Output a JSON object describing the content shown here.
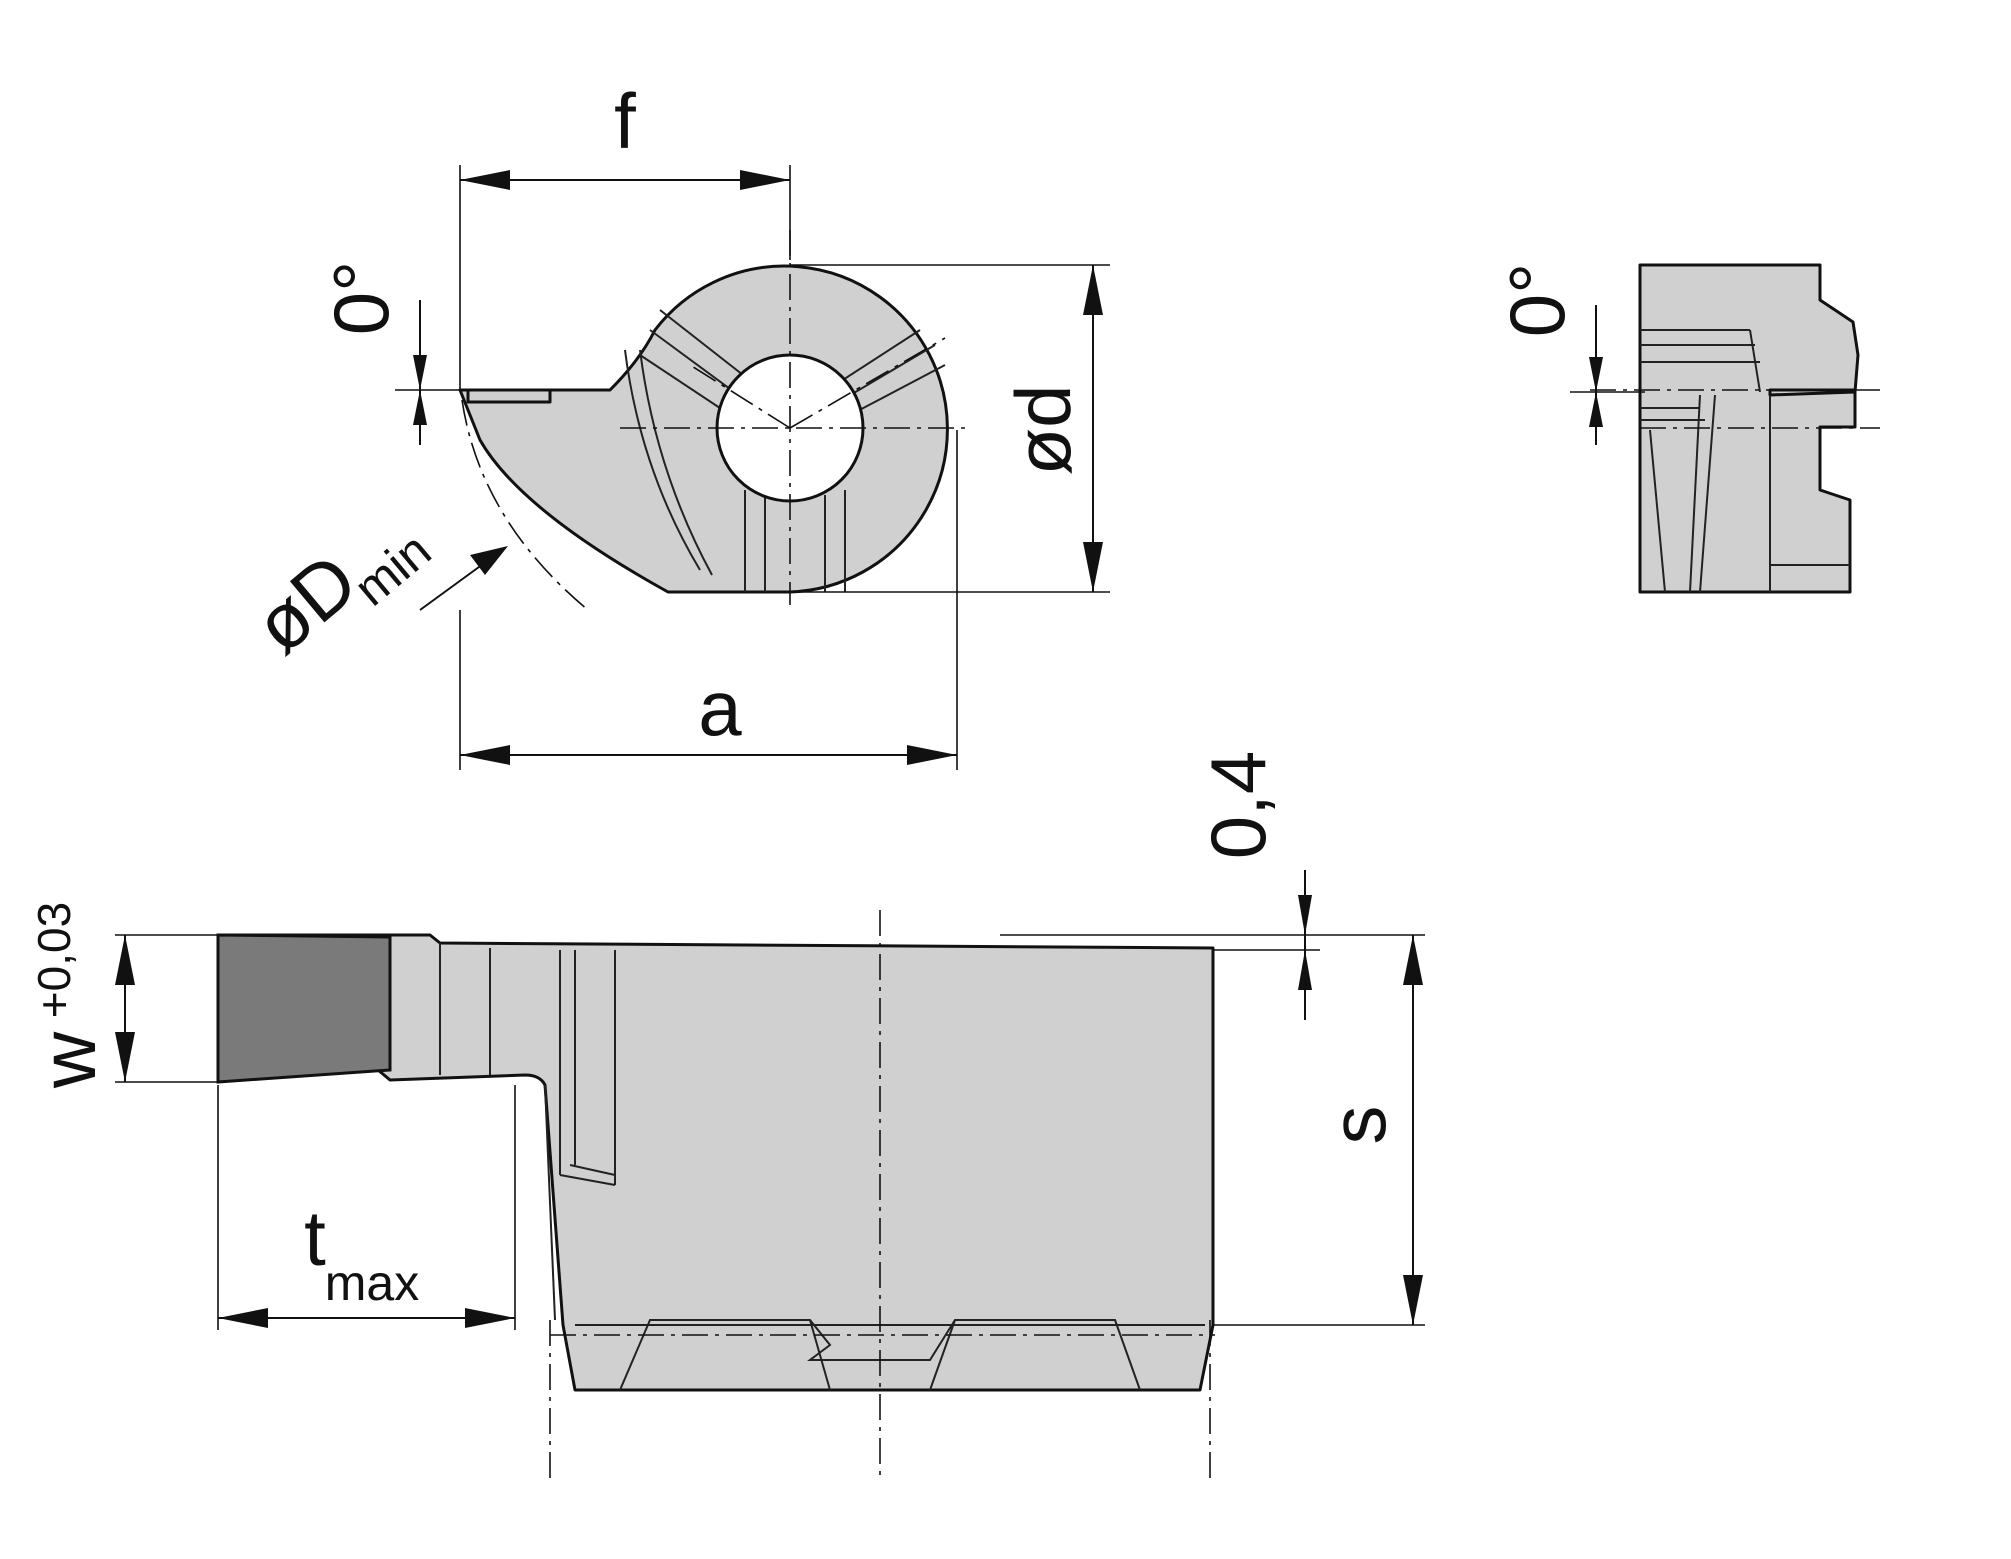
{
  "labels": {
    "f": "f",
    "a": "a",
    "d": "ød",
    "D": "øD",
    "D_sub": "min",
    "angle_top": "0°",
    "angle_right": "0°",
    "offset": "0,4",
    "w": "w",
    "w_tol": "+0,03",
    "s": "s",
    "t": "t",
    "t_sub": "max"
  },
  "colors": {
    "body_fill": "#d0d0d0",
    "insert_fill": "#7a7a7a",
    "line": "#111111"
  }
}
